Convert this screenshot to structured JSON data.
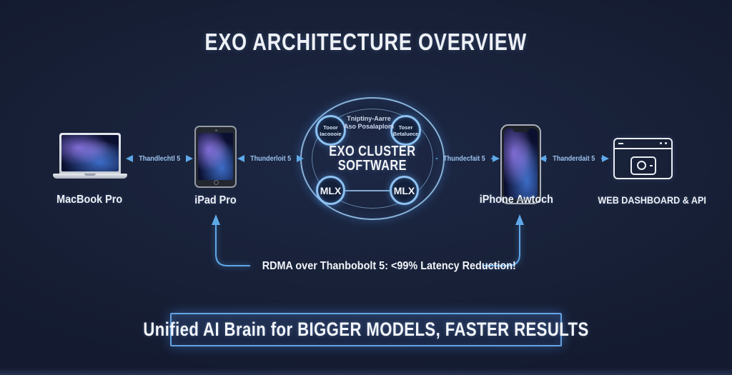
{
  "title": "EXO ARCHITECTURE OVERVIEW",
  "devices": {
    "macbook": {
      "label": "MacBook Pro"
    },
    "ipad": {
      "label": "iPad Pro"
    },
    "iphone": {
      "label": "iPhone Awtoch"
    },
    "dashboard": {
      "label": "WEB DASHBOARD & API"
    }
  },
  "connections": {
    "macbook_ipad": {
      "label": "Thandlechtl 5"
    },
    "ipad_cluster": {
      "label": "Thunderloit 5"
    },
    "cluster_iphone": {
      "label": "Thundecfait 5"
    },
    "iphone_dashboard": {
      "label": "Thanderdait 5"
    }
  },
  "cluster": {
    "name_line1": "EXO CLUSTER",
    "name_line2": "SOFTWARE",
    "note_line1": "Tniptiny-Aarre",
    "note_line2": "Aso Posalaplom",
    "nodes": {
      "top_left_line1": "Tooor",
      "top_left_line2": "Iacoooie",
      "top_right_line1": "Toser",
      "top_right_line2": "Betaluece",
      "bottom_left": "MLX",
      "bottom_right": "MLX"
    }
  },
  "callout": {
    "text": "RDMA over Thanbobolt 5: <99% Latency Reduction!"
  },
  "banner": {
    "text": "Unified AI Brain for BIGGER MODELS, FASTER RESULTS"
  },
  "colors": {
    "background": "#182138",
    "accent_blue": "#5fa8e8",
    "ring_blue": "#9ecdf5",
    "text_light": "#eef1f7"
  }
}
